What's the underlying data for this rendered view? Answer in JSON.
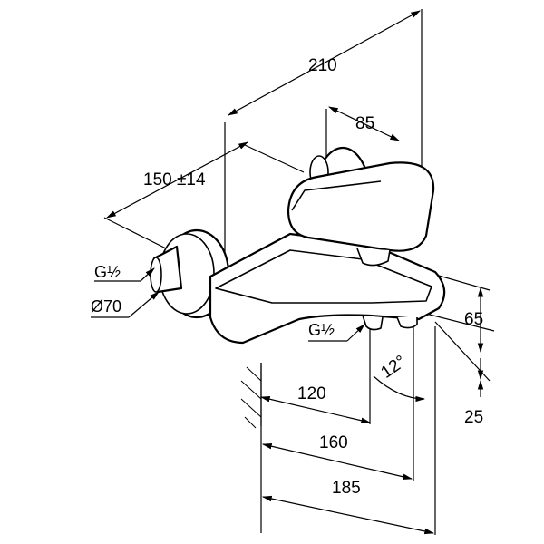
{
  "dimensions": {
    "overall_width": "210",
    "lever_width": "85",
    "wall_to_center": "150 ±14",
    "inlet_thread": "G½",
    "rosette_diameter": "Ø70",
    "outlet_thread": "G½",
    "height_body": "65",
    "spout_angle": "12°",
    "outlet_projection": "120",
    "spout_projection": "160",
    "total_projection": "185",
    "spout_height": "25"
  }
}
